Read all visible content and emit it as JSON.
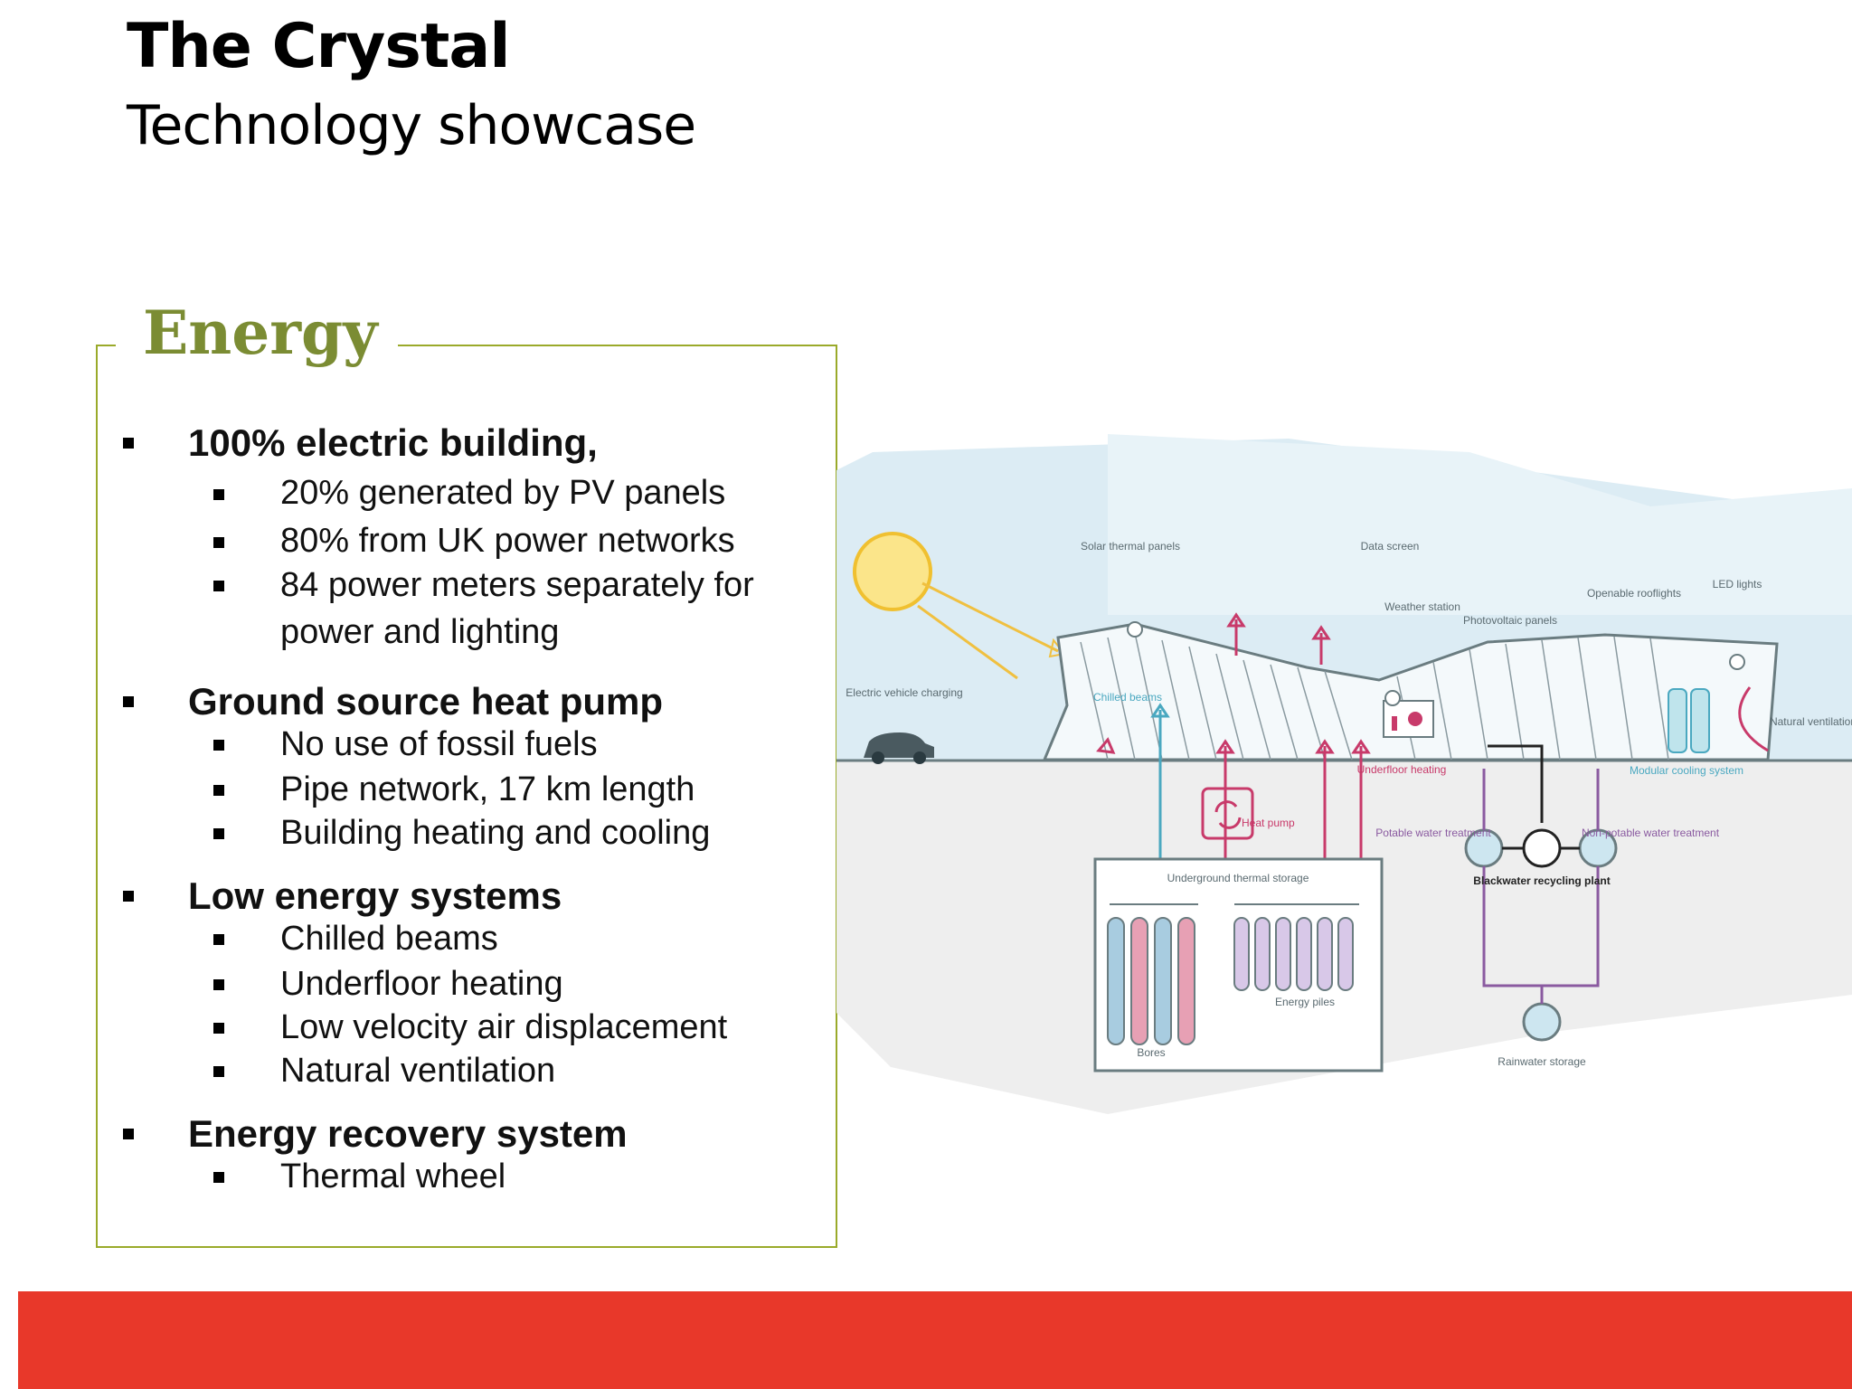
{
  "header": {
    "title": "The Crystal",
    "subtitle": "Technology showcase"
  },
  "energy_panel": {
    "heading": "Energy",
    "sections": [
      {
        "label": "100% electric building,",
        "items": [
          "20% generated by PV panels",
          "80% from UK power networks",
          "84 power meters separately for",
          "power and lighting"
        ]
      },
      {
        "label": "Ground source heat pump",
        "items": [
          "No use of fossil fuels",
          "Pipe network, 17 km length",
          "Building heating and cooling"
        ]
      },
      {
        "label": "Low energy systems",
        "items": [
          "Chilled beams",
          "Underfloor heating",
          "Low velocity air displacement",
          "Natural ventilation"
        ]
      },
      {
        "label": "Energy recovery system",
        "items": [
          "Thermal wheel"
        ]
      }
    ]
  },
  "diagram": {
    "labels": {
      "solar_thermal": "Solar thermal panels",
      "data_screen": "Data screen",
      "weather_station": "Weather station",
      "photovoltaic": "Photovoltaic panels",
      "openable_rooflights": "Openable rooflights",
      "led_lights": "LED lights",
      "ev_charging": "Electric vehicle charging",
      "chilled_beams": "Chilled beams",
      "natural_ventilation": "Natural ventilation",
      "underfloor_heating": "Underfloor heating",
      "modular_cooling": "Modular cooling system",
      "heat_pump": "Heat pump",
      "potable_water": "Potable water treatment",
      "non_potable_water": "Non-potable water treatment",
      "blackwater": "Blackwater recycling plant",
      "underground_storage": "Underground thermal storage",
      "energy_piles": "Energy piles",
      "bores": "Bores",
      "rainwater": "Rainwater storage"
    }
  },
  "colors": {
    "accent_green": "#7b8c33",
    "box_border": "#9aaa2a",
    "footer_red": "#e8382a",
    "diagram_pink": "#c83a6a",
    "diagram_purple": "#8a5aa0",
    "diagram_teal": "#4aa8c0"
  }
}
